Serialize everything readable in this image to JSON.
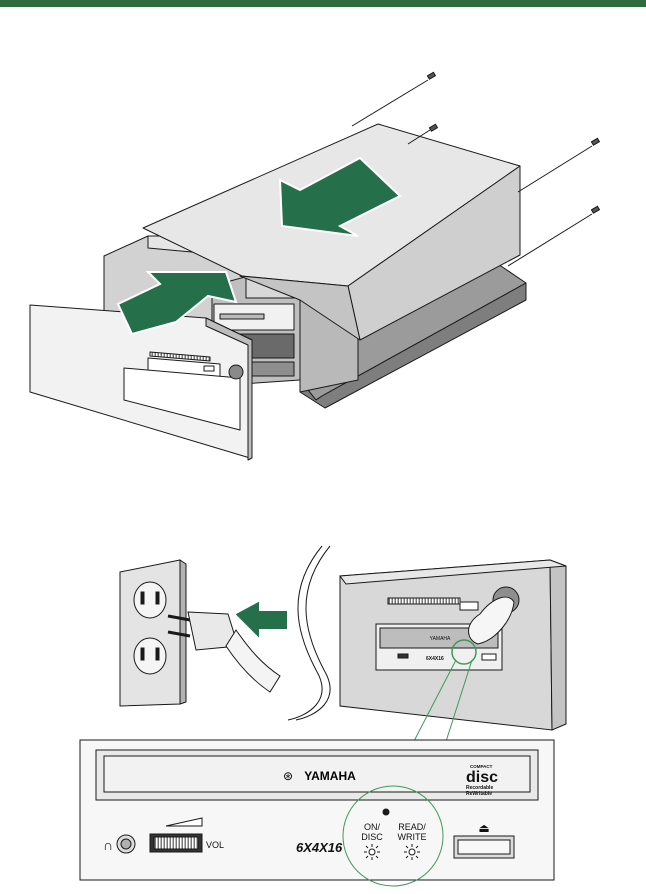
{
  "colors": {
    "header_bar": "#2e6b3e",
    "arrow_green": "#25704a",
    "led_ring": "#3f9a5a",
    "line": "#1a1a1a",
    "panel_light": "#ececec",
    "panel_mid": "#d6d6d6",
    "panel_dark": "#9a9a9a"
  },
  "drive_panel": {
    "brand": "YAMAHA",
    "speed_badge": "6X4X16",
    "vol_label": "VOL",
    "led1_label_line1": "ON/",
    "led1_label_line2": "DISC",
    "led2_label_line1": "READ/",
    "led2_label_line2": "WRITE",
    "disc_logo_top": "COMPACT",
    "disc_logo_main": "disc",
    "disc_logo_sub1": "Recordable",
    "disc_logo_sub2": "ReWritable",
    "eject_symbol": "⏏",
    "headphone_symbol": "∩"
  },
  "inset": {
    "mini_brand": "YAMAHA",
    "mini_badge": "6X4X16"
  },
  "icons": {
    "cover_arrow": "arrow-down-left-icon",
    "bay_arrow": "arrow-up-right-icon",
    "plug_arrow": "arrow-left-icon",
    "power_button": "power-button-icon",
    "screw": "screw-icon",
    "led": "led-sun-icon",
    "headphone": "headphone-jack-icon",
    "eject": "eject-icon"
  }
}
